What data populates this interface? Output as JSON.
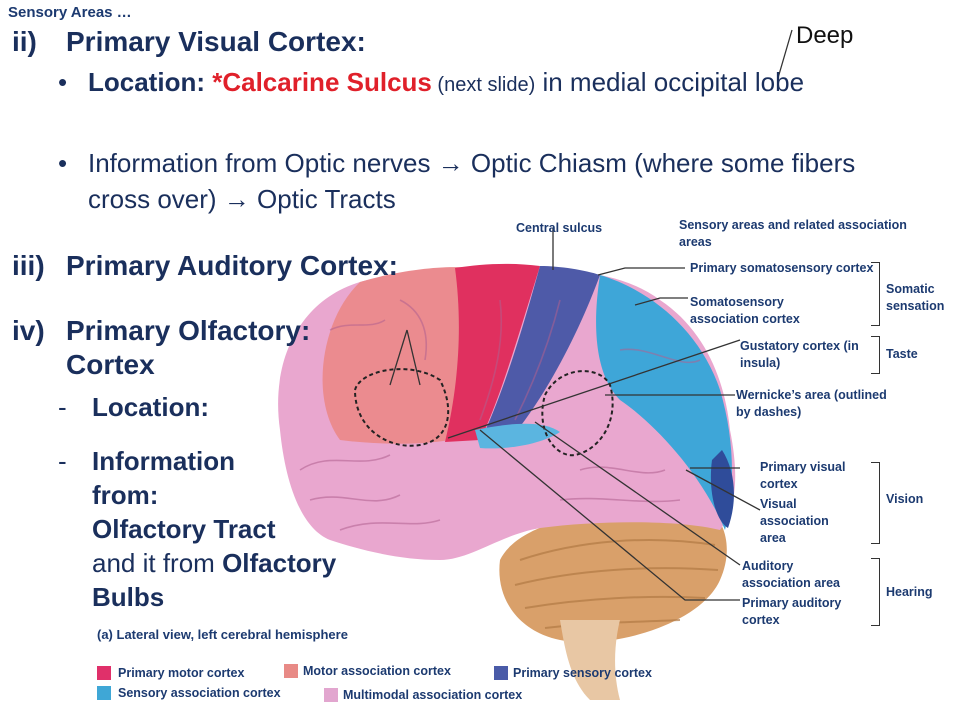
{
  "slide": {
    "top_tag": "Sensory Areas …",
    "deep_note": "Deep",
    "section_ii": {
      "numeral": "ii)",
      "title": "Primary Visual Cortex:"
    },
    "bullet1": {
      "prefix": "Location: ",
      "star": "*Calcarine Sulcus",
      "note": " (next slide)",
      "suffix": " in medial occipital lobe"
    },
    "bullet2": {
      "text": "Information from Optic nerves → Optic Chiasm (where some fibers cross over) → Optic Tracts"
    },
    "section_iii": {
      "numeral": "iii)",
      "title": "Primary Auditory Cortex:"
    },
    "section_iv": {
      "numeral": "iv)",
      "title1": "Primary Olfactory:",
      "title2": "Cortex"
    },
    "dash1": {
      "label": "Location:"
    },
    "dash2": {
      "line1": "Information",
      "line2": "from:",
      "line3": "Olfactory Tract",
      "line4a": "and it from ",
      "line4b": "Olfactory",
      "line5": "Bulbs"
    }
  },
  "figure": {
    "header": "Sensory areas and related association areas",
    "central_sulcus": "Central sulcus",
    "caption": "(a) Lateral view, left cerebral hemisphere",
    "labels": {
      "primary_somatosensory": "Primary somatosensory cortex",
      "somatosensory_assoc": "Somatosensory association cortex",
      "somatic_sensation": "Somatic sensation",
      "gustatory": "Gustatory cortex (in insula)",
      "taste": "Taste",
      "wernicke": "Wernicke’s area (outlined by dashes)",
      "primary_visual": "Primary visual cortex",
      "visual_assoc": "Visual association area",
      "vision": "Vision",
      "auditory_assoc": "Auditory association area",
      "primary_auditory": "Primary auditory cortex",
      "hearing": "Hearing"
    },
    "legend": [
      {
        "label": "Primary motor cortex",
        "color": "#e0306a"
      },
      {
        "label": "Motor association cortex",
        "color": "#e88a86"
      },
      {
        "label": "Primary sensory cortex",
        "color": "#4a5ba8"
      },
      {
        "label": "Sensory association cortex",
        "color": "#3fa7d6"
      },
      {
        "label": "Multimodal association cortex",
        "color": "#e2a6cf"
      }
    ]
  }
}
